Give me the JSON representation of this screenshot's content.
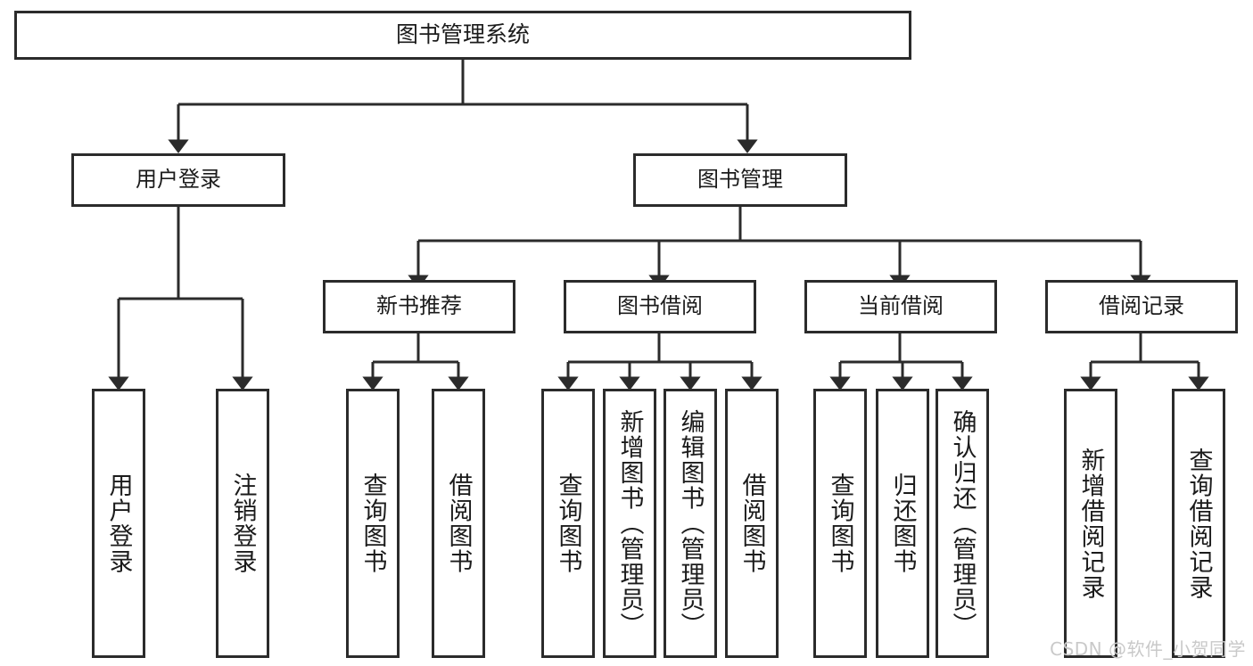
{
  "diagram": {
    "type": "hierarchy-tree",
    "title_text": "图书管理系统",
    "colors": {
      "background": "#ffffff",
      "box_fill": "#ffffff",
      "box_border": "#2b2b2b",
      "connector": "#2b2b2b",
      "text": "#1b1b1b",
      "watermark": "#c9c9c9"
    },
    "root": {
      "label": "图书管理系统"
    },
    "level2": [
      {
        "label": "用户登录"
      },
      {
        "label": "图书管理"
      }
    ],
    "level3": [
      {
        "label": "新书推荐"
      },
      {
        "label": "图书借阅"
      },
      {
        "label": "当前借阅"
      },
      {
        "label": "借阅记录"
      }
    ],
    "leaves": {
      "user_login": [
        {
          "label": "用户登录"
        },
        {
          "label": "注销登录"
        }
      ],
      "new_book_recommend": [
        {
          "label": "查询图书"
        },
        {
          "label": "借阅图书"
        }
      ],
      "book_borrow": [
        {
          "label": "查询图书"
        },
        {
          "label": "新增图书（管理员）"
        },
        {
          "label": "编辑图书（管理员）"
        },
        {
          "label": "借阅图书"
        }
      ],
      "current_borrow": [
        {
          "label": "查询图书"
        },
        {
          "label": "归还图书"
        },
        {
          "label": "确认归还（管理员）"
        }
      ],
      "borrow_record": [
        {
          "label": "新增借阅记录"
        },
        {
          "label": "查询借阅记录"
        }
      ]
    }
  },
  "watermark": {
    "text": "CSDN @软件_小贺同学"
  }
}
